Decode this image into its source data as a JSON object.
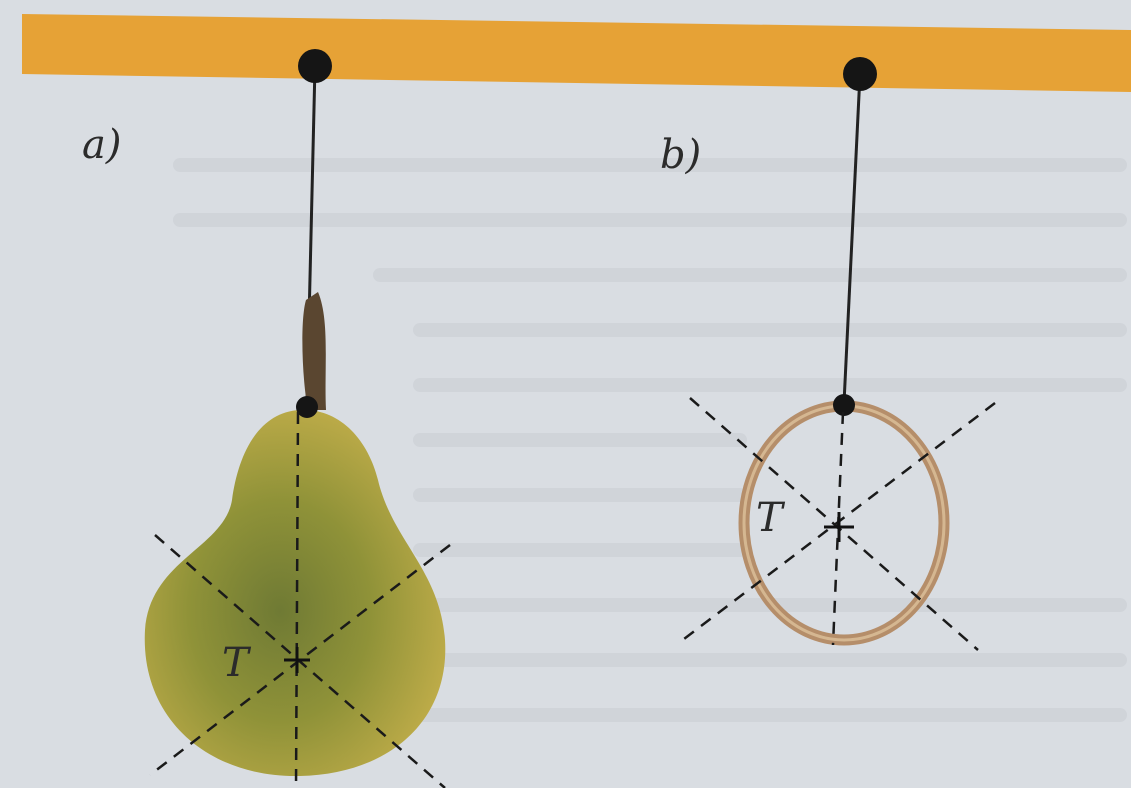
{
  "panels": {
    "a": {
      "label": "a)",
      "center_label": "T"
    },
    "b": {
      "label": "b)",
      "center_label": "T"
    }
  },
  "colors": {
    "background": "#d9dde2",
    "bar": "#e6a236",
    "string": "#222222",
    "pivot": "#151515",
    "pear": "#a8a043",
    "ring": "#b58e6a"
  }
}
